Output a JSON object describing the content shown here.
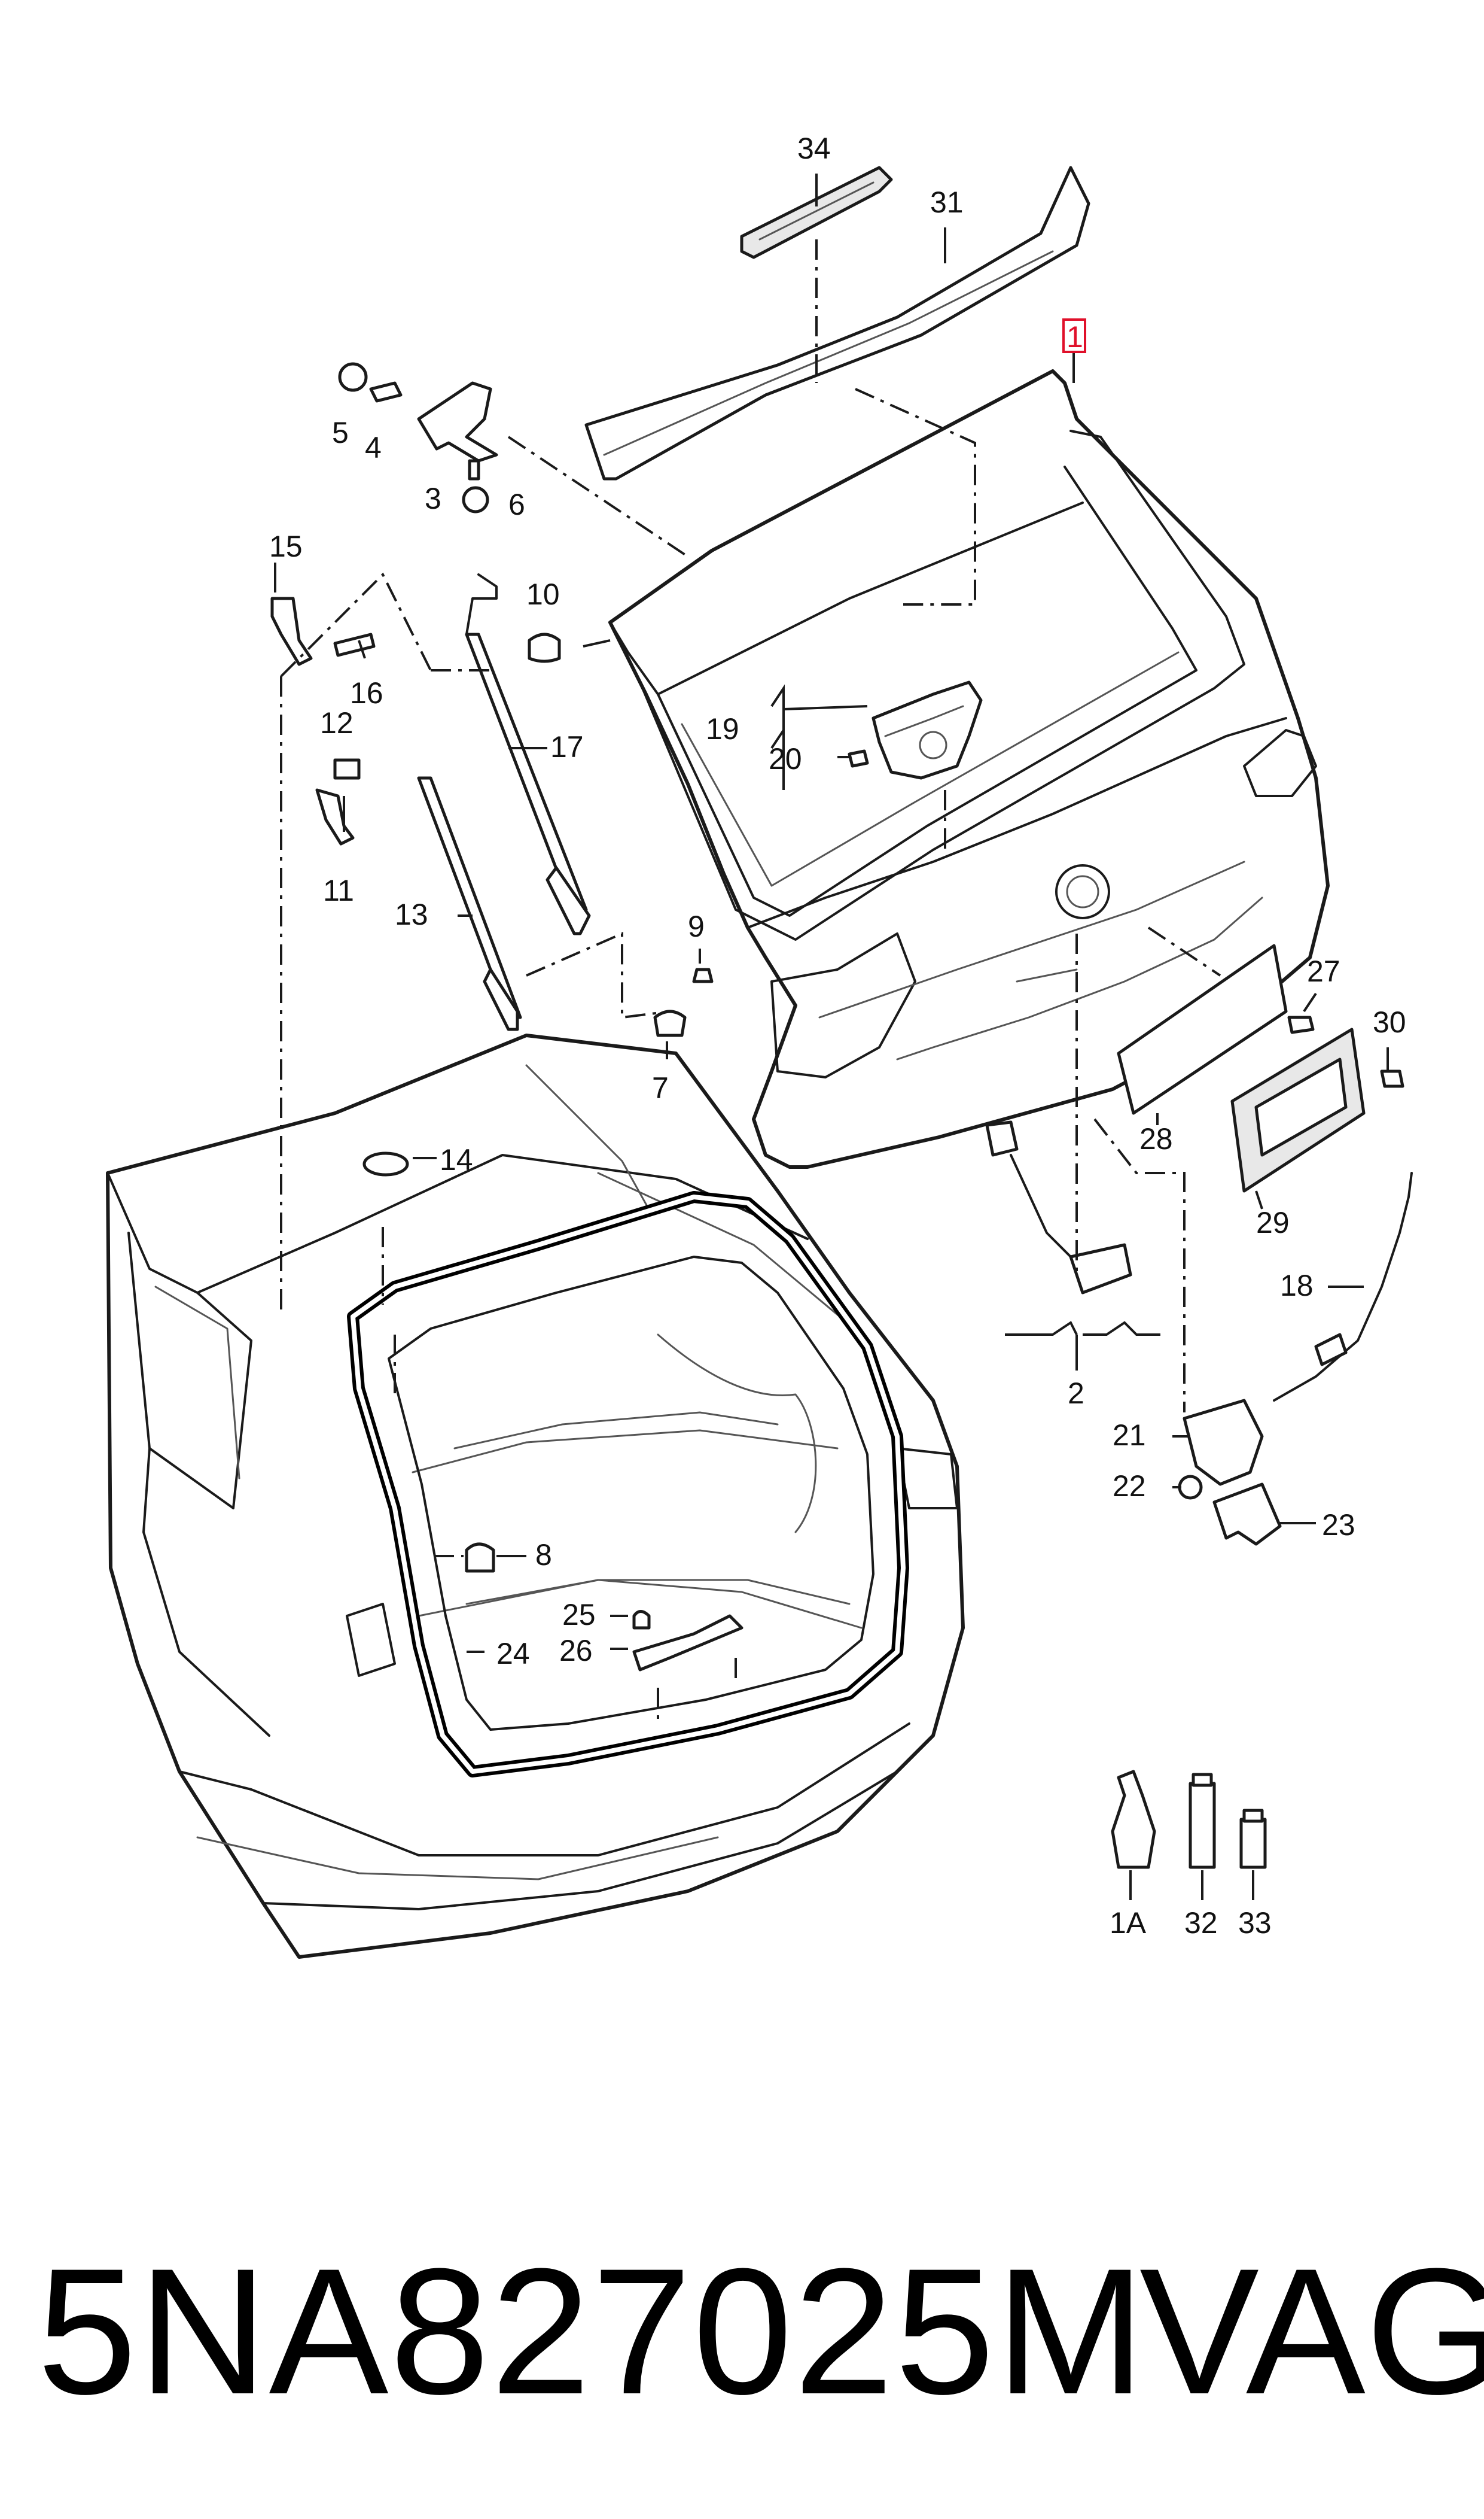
{
  "callouts": {
    "c1": "1",
    "c1A": "1A",
    "c2": "2",
    "c3": "3",
    "c4": "4",
    "c5": "5",
    "c6": "6",
    "c7": "7",
    "c8": "8",
    "c9": "9",
    "c10": "10",
    "c11": "11",
    "c12": "12",
    "c13": "13",
    "c14": "14",
    "c15": "15",
    "c16": "16",
    "c17": "17",
    "c18": "18",
    "c19": "19",
    "c20": "20",
    "c21": "21",
    "c22": "22",
    "c23": "23",
    "c24": "24",
    "c25": "25",
    "c26": "26",
    "c27": "27",
    "c28": "28",
    "c29": "29",
    "c30": "30",
    "c31": "31",
    "c32": "32",
    "c33": "33",
    "c34": "34"
  },
  "highlight_color": "#e0102a",
  "caption": {
    "part_number": "5NA827025M",
    "brand": "VAG"
  }
}
